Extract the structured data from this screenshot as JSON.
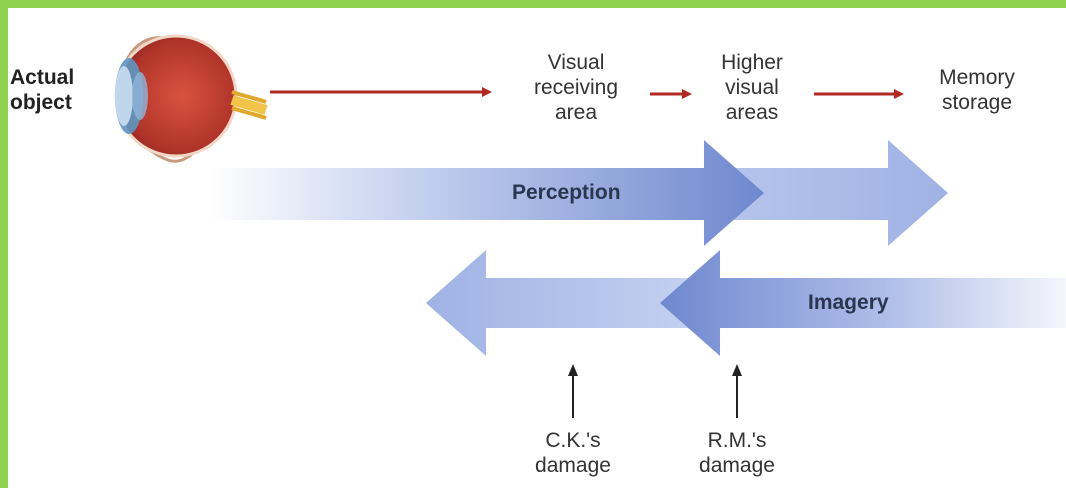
{
  "left_label": "Actual\nobject",
  "stages": [
    {
      "id": "visual-receiving",
      "label": "Visual\nreceiving\narea"
    },
    {
      "id": "higher-visual",
      "label": "Higher\nvisual\nareas"
    },
    {
      "id": "memory-storage",
      "label": "Memory\nstorage"
    }
  ],
  "bands": {
    "perception": "Perception",
    "imagery": "Imagery"
  },
  "damage_labels": [
    {
      "id": "ck",
      "label": "C.K.'s\ndamage"
    },
    {
      "id": "rm",
      "label": "R.M.'s\ndamage"
    }
  ],
  "colors": {
    "flow_arrow": "#b02a22",
    "band_blue": "#7d95d6",
    "band_blue_light": "#a9b9e6",
    "border_green": "#8fd14f"
  },
  "icons": [
    "eye-icon"
  ]
}
